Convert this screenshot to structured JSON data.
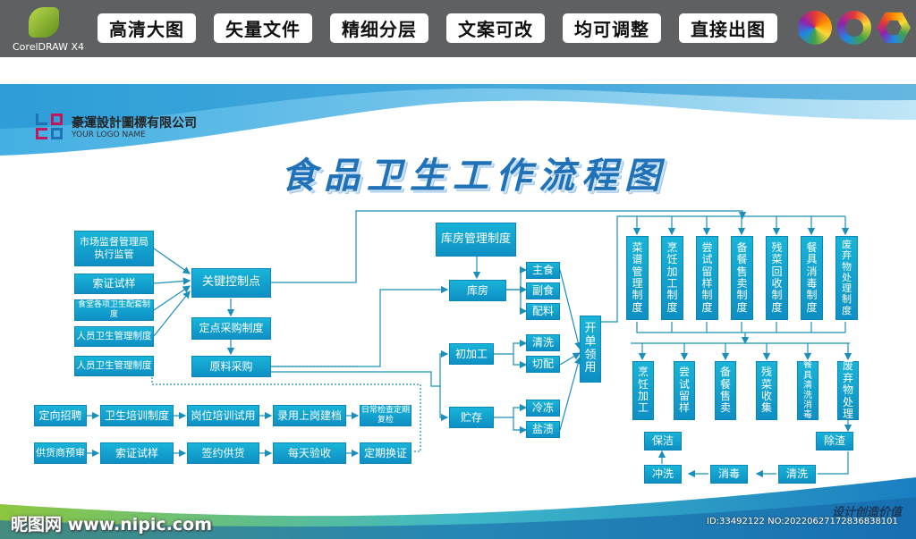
{
  "top_bar": {
    "brand": "CorelDRAW X4",
    "features": [
      "高清大图",
      "矢量文件",
      "精细分层",
      "文案可改",
      "均可调整",
      "直接出图"
    ]
  },
  "company": {
    "name": "豪運設計圖標有限公司",
    "sub": "YOUR LOGO NAME"
  },
  "title": "食品卫生工作流程图",
  "boxes": {
    "shichang": "市场监督管理局执行监管",
    "suozheng1": "索证试样",
    "shitang": "食堂各项卫生配套制度",
    "renyuan1": "人员卫生管理制度",
    "renyuan2": "人员卫生管理制度",
    "guanjian": "关键控制点",
    "dingdian": "定点采购制度",
    "yuanliao": "原料采购",
    "kufangzhidu": "库房管理制度",
    "kufang": "库房",
    "zhushi": "主食",
    "fushi": "副食",
    "peiliao": "配料",
    "chujiagong": "初加工",
    "qingxi1": "清洗",
    "qiege": "切配",
    "zhucun": "贮存",
    "lengdong": "冷冻",
    "yanzi": "盐渍",
    "kaidan": "开单领用",
    "dingxiang": "定向招聘",
    "weisheng": "卫生培训制度",
    "gangwei": "岗位培训试用",
    "luyong": "录用上岗建档",
    "richang": "日常检查定期复检",
    "gonghuo": "供货商预审",
    "suozheng2": "索证试样",
    "qianyue": "签约供货",
    "meitian": "每天验收",
    "dingqi": "定期换证",
    "baojie": "保洁",
    "chuzha": "除渣",
    "chongxi": "冲洗",
    "xiaodu": "消毒",
    "qingxi2": "清洗"
  },
  "systems": [
    "菜谱管理制度",
    "烹饪加工制度",
    "尝试留样制度",
    "备餐售卖制度",
    "残菜回收制度",
    "餐具消毒制度",
    "废弃物处理制度"
  ],
  "stages": [
    "烹饪加工",
    "尝试留样",
    "备餐售卖",
    "残菜收集",
    "餐具清洗消毒",
    "废弃物处理"
  ],
  "watermark": "昵图网 www.nipic.com",
  "photo_id": "ID:33492122 NO:20220627172836838101",
  "slogan": "设计创造价值",
  "colors": {
    "box": "#12a4d0",
    "line": "#1b8fbc",
    "title": "#1f71b8",
    "topbar": "#5f6062"
  }
}
